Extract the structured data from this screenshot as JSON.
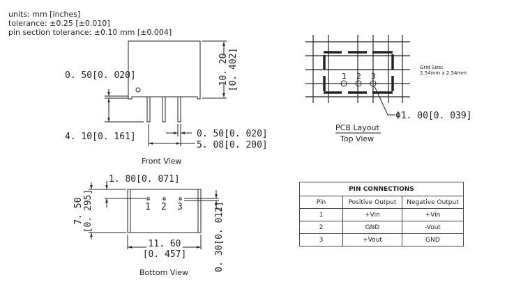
{
  "notes": [
    "units: mm [inches]",
    "tolerance: ±0.25 [±0.010]",
    "pin section tolerance: ±0.10 mm [±0.004]"
  ],
  "front_view": {
    "label": "Front View",
    "height_mm": "10. 20",
    "height_in": "[0. 402]",
    "standoff": "0. 50[0. 020]",
    "pin_length": "4. 10[0. 161]",
    "pin_width": "0. 50[0. 020]",
    "pin_pitch": "5. 08[0. 200]"
  },
  "pcb_layout": {
    "title": "PCB Layout",
    "subtitle": "Top View",
    "grid_size_label": "Grid Size:",
    "grid_size_value": "2.54mm x 2.54mm",
    "hole_dia": "Φ1. 00[0. 039]",
    "pins": [
      "1",
      "2",
      "3"
    ]
  },
  "bottom_view": {
    "label": "Bottom View",
    "depth_mm": "7. 50",
    "depth_in": "[0. 295]",
    "pin_offset": "1. 80[0. 071]",
    "width_mm": "11. 60",
    "width_in": "[0. 457]",
    "pin_to_edge": "0. 30[0. 012]",
    "pins": [
      "1",
      "2",
      "3"
    ]
  },
  "pin_table": {
    "title": "PIN CONNECTIONS",
    "headers": [
      "Pin",
      "Positive Output",
      "Negative Output"
    ],
    "rows": [
      [
        "1",
        "+Vin",
        "+Vin"
      ],
      [
        "2",
        "GND",
        "-Vout"
      ],
      [
        "3",
        "+Vout",
        "GND"
      ]
    ]
  }
}
